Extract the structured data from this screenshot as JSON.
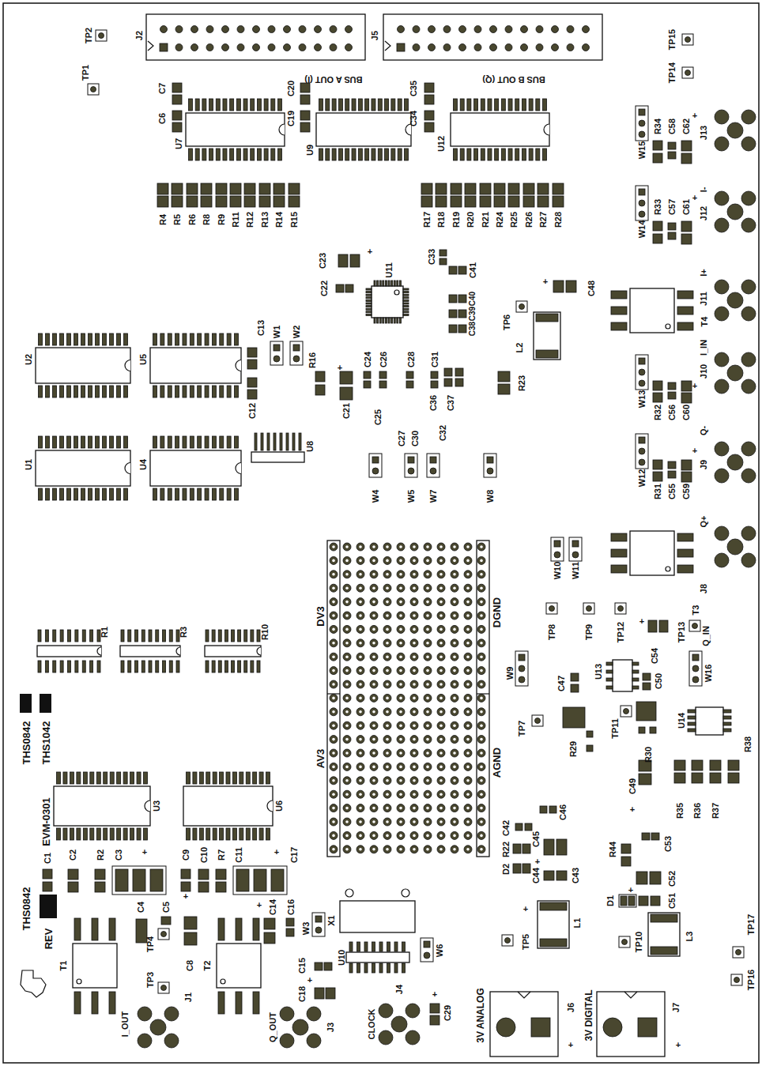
{
  "diagram": {
    "labels": [
      "TP2",
      "TP1",
      "J2",
      "BUS A OUT (I)",
      "J5",
      "BUS B OUT (Q)",
      "TP15",
      "TP14",
      "C7",
      "C6",
      "U7",
      "C20",
      "C19",
      "U9",
      "C35",
      "C34",
      "U12",
      "R4",
      "R5",
      "R6",
      "R8",
      "R9",
      "R11",
      "R12",
      "R13",
      "R14",
      "R15",
      "R17",
      "R18",
      "R19",
      "R20",
      "R21",
      "R24",
      "R25",
      "R26",
      "R27",
      "R28",
      "C23",
      "+",
      "C33",
      "C22",
      "U11",
      "C41",
      "C40",
      "C39",
      "C38",
      "TP6",
      "+",
      "C48",
      "L2",
      "W15",
      "R34",
      "C58",
      "C62",
      "+",
      "J13",
      "I-",
      "W14",
      "R33",
      "C57",
      "C61",
      "+",
      "J12",
      "I+",
      "J11",
      "T4",
      "I_IN",
      "J10",
      "+",
      "W13",
      "R32",
      "C56",
      "C60",
      "Q-",
      "W12",
      "R31",
      "C55",
      "C59",
      "+",
      "J9",
      "Q+",
      "W10",
      "W11",
      "J8",
      "T3",
      "Q_IN",
      "DV3",
      "DGND",
      "AV3",
      "AGND",
      "TP8",
      "TP9",
      "TP12",
      "+",
      "C54",
      "TP13",
      "W9",
      "C47",
      "U13",
      "C50",
      "W16",
      "TP7",
      "R29",
      "TP11",
      "R30",
      "U14",
      "R38",
      "C49",
      "+",
      "R35",
      "R36",
      "R37",
      "R1",
      "R3",
      "R10",
      "THS0842",
      "THS1042",
      "U3",
      "U6",
      "THS0842",
      "EVM-0301",
      "REV",
      "C1",
      "C2",
      "R2",
      "C3",
      "+",
      "C9",
      "C10",
      "R7",
      "C11",
      "+",
      "C17",
      "C4",
      "C5",
      "+",
      "C8",
      "+",
      "C14",
      "C16",
      "C15",
      "+",
      "C18",
      "TP4",
      "TP3",
      "T1",
      "T2",
      "I_OUT",
      "J1",
      "Q_OUT",
      "J3",
      "W3",
      "X1",
      "U10",
      "W6",
      "CLOCK",
      "J4",
      "+",
      "C29",
      "C46",
      "C42",
      "C45",
      "+",
      "R22",
      "D2",
      "C44",
      "C43",
      "+",
      "L1",
      "TP5",
      "R44",
      "C53",
      "C52",
      "+",
      "C51",
      "D1",
      "TP10",
      "L3",
      "TP17",
      "TP16",
      "3V ANALOG",
      "J6",
      "+",
      "3V DIGITAL",
      "J7",
      "+",
      "U2",
      "U5",
      "C13",
      "W1",
      "W2",
      "C12",
      "U1",
      "U4",
      "U8",
      "R16",
      "+",
      "C21",
      "C24",
      "C26",
      "C28",
      "C31",
      "C36",
      "C37",
      "R23",
      "C25",
      "C27",
      "C30",
      "C32",
      "W4",
      "W5",
      "W7",
      "W8"
    ]
  }
}
